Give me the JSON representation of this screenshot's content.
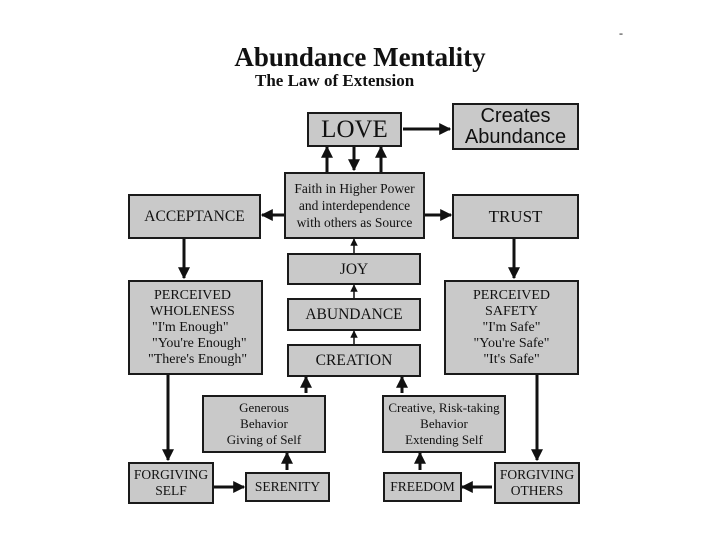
{
  "title": "Abundance Mentality",
  "subtitle": "The Law of Extension",
  "corner_mark": "-",
  "boxes": {
    "love": "LOVE",
    "creates_abundance": [
      "Creates",
      "Abundance"
    ],
    "faith": [
      "Faith in Higher Power",
      "and interdependence",
      "with others as Source"
    ],
    "acceptance": "ACCEPTANCE",
    "trust": "TRUST",
    "joy": "JOY",
    "abundance": "ABUNDANCE",
    "creation": "CREATION",
    "perceived_wholeness": [
      "PERCEIVED",
      "WHOLENESS",
      "\"I'm Enough\"",
      "\"You're Enough\"",
      "\"There's Enough\""
    ],
    "perceived_safety": [
      "PERCEIVED",
      "SAFETY",
      "\"I'm Safe\"",
      "\"You're Safe\"",
      "\"It's Safe\""
    ],
    "generous_behavior": [
      "Generous",
      "Behavior",
      "Giving of Self"
    ],
    "creative_behavior": [
      "Creative, Risk-taking",
      "Behavior",
      "Extending Self"
    ],
    "forgiving_self": [
      "FORGIVING",
      "SELF"
    ],
    "serenity": "SERENITY",
    "freedom": "FREEDOM",
    "forgiving_others": [
      "FORGIVING",
      "OTHERS"
    ]
  }
}
